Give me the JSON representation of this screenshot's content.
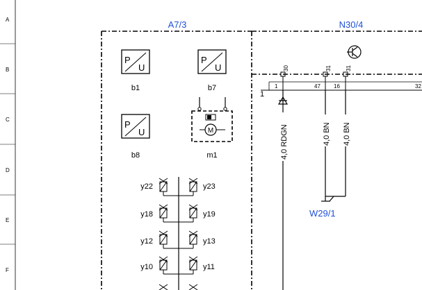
{
  "row_markers": [
    "A",
    "B",
    "C",
    "D",
    "E",
    "F"
  ],
  "modules": {
    "left_title": "A7/3",
    "right_title": "N30/4"
  },
  "sensors": [
    {
      "id": "b1",
      "symbol_p": "P",
      "symbol_u": "U"
    },
    {
      "id": "b7",
      "symbol_p": "P",
      "symbol_u": "U"
    },
    {
      "id": "b8",
      "symbol_p": "P",
      "symbol_u": "U"
    }
  ],
  "motor": {
    "id": "m1",
    "symbol": "M"
  },
  "valves_left": [
    "y22",
    "y18",
    "y12",
    "y10"
  ],
  "valves_right": [
    "y23",
    "y19",
    "y13",
    "y11"
  ],
  "pins_top": [
    "30",
    "31",
    "31"
  ],
  "pins_bottom": [
    "1",
    "47",
    "16",
    "32"
  ],
  "connector_number": "1",
  "wires": [
    "4,0 RDGN",
    "4,0 BN",
    "4,0 BN"
  ],
  "ground": "W29/1",
  "colors": {
    "label_blue": "#1f4fd8",
    "line": "#000000"
  }
}
